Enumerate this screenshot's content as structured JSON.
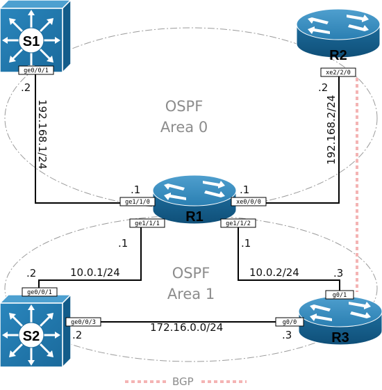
{
  "devices": {
    "s1": {
      "label": "S1",
      "port": "ge0/0/1",
      "host": ".2"
    },
    "s2": {
      "label": "S2",
      "port_up": "ge0/0/1",
      "host_up": ".2",
      "port_right": "ge0/0/3",
      "host_right": ".2"
    },
    "r1": {
      "label": "R1",
      "port_left": "ge1/1/0",
      "host_left": ".1",
      "port_right": "xe0/0/0",
      "host_right": ".1",
      "port_down_left": "ge1/1/1",
      "host_down_left": ".1",
      "port_down_right": "ge1/1/2",
      "host_down_right": ".1"
    },
    "r2": {
      "label": "R2",
      "port": "xe2/2/0",
      "host": ".2"
    },
    "r3": {
      "label": "R3",
      "port_up": "g0/1",
      "host_up": ".3",
      "port_left": "g0/0",
      "host_left": ".3"
    }
  },
  "links": {
    "s1_r1": "192.168.1/24",
    "r1_r2": "192.168.2/24",
    "r1_s2": "10.0.1/24",
    "r1_r3": "10.0.2/24",
    "s2_r3": "172.16.0.0/24"
  },
  "areas": {
    "area0": {
      "line1": "OSPF",
      "line2": "Area 0"
    },
    "area1": {
      "line1": "OSPF",
      "line2": "Area 1"
    }
  },
  "legend": {
    "bgp": "BGP"
  },
  "colors": {
    "device_blue": "#1e6f9f",
    "device_blue_light": "#4a9ccc",
    "bgp_line": "#f4b4b4",
    "area_outline": "#9a9a9a",
    "link": "#000000"
  }
}
